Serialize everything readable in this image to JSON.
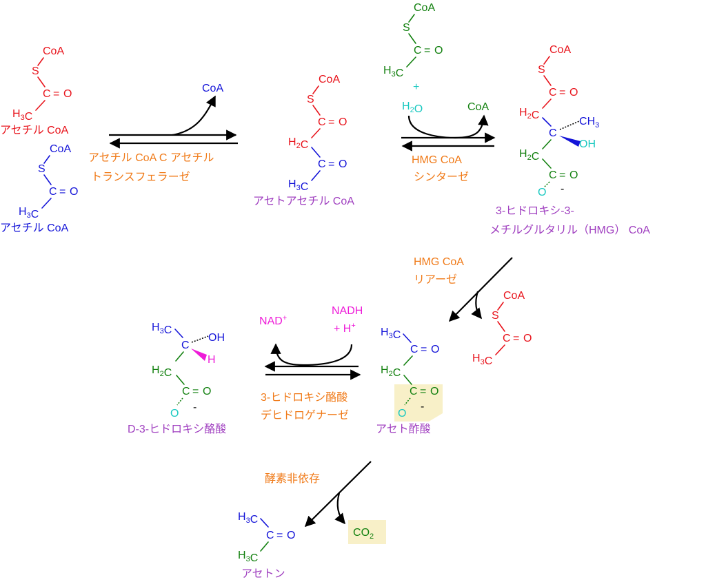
{
  "labels": {
    "coa": "CoA",
    "s": "S",
    "c": "C",
    "o": "O",
    "eq": "=",
    "h3c": "H3C",
    "h2c": "H2C",
    "ch3": "CH3",
    "oh": "OH",
    "h": "H",
    "minus": "-",
    "plus": "+",
    "h2o": "H2O",
    "co2": "CO2",
    "nad": "NAD+",
    "nadh": "NADH",
    "hplus": "+ H+"
  },
  "compounds": {
    "acetyl_coa": "アセチル CoA",
    "acetoacetyl_coa": "アセトアセチル CoA",
    "hmg_coa_line1": "3-ヒドロキシ-3-",
    "hmg_coa_line2": "メチルグルタリル（HMG） CoA",
    "acetoacetate": "アセト酢酸",
    "d3hb": "D-3-ヒドロキシ酪酸",
    "acetone": "アセトン"
  },
  "enzymes": {
    "thiolase_line1": "アセチル CoA C アセチル",
    "thiolase_line2": "トランスフェラーゼ",
    "hmg_synthase_line1": "HMG CoA",
    "hmg_synthase_line2": "シンターゼ",
    "hmg_lyase_line1": "HMG CoA",
    "hmg_lyase_line2": "リアーゼ",
    "bdh_line1": "3-ヒドロキシ酪酸",
    "bdh_line2": "デヒドロゲナーゼ",
    "nonenzymatic": "酵素非依存"
  }
}
